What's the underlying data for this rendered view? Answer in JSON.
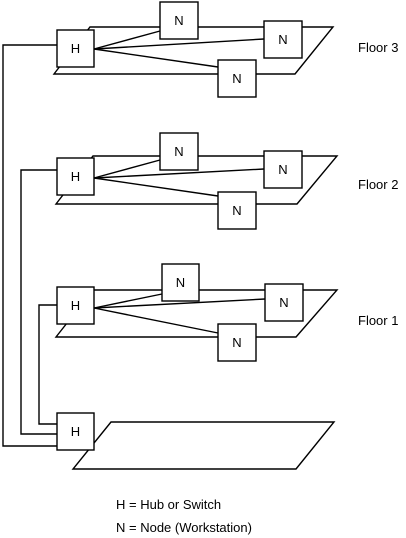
{
  "diagram": {
    "hub_letter": "H",
    "node_letter": "N",
    "floors": [
      {
        "label": "Floor 3"
      },
      {
        "label": "Floor 2"
      },
      {
        "label": "Floor 1"
      },
      {
        "label": ""
      }
    ],
    "legend": {
      "hub": "H = Hub or Switch",
      "node": "N = Node (Workstation)"
    }
  }
}
